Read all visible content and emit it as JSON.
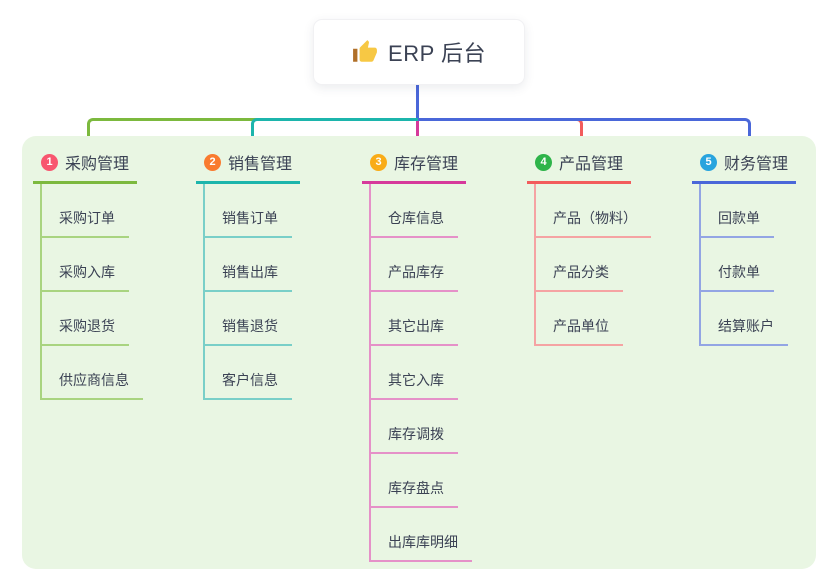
{
  "root": {
    "icon": "thumbs-up-icon",
    "title": "ERP 后台"
  },
  "colors": {
    "root_connector": "#4A67D9",
    "panel_background": "#E9F6E3",
    "text": "#3B4254"
  },
  "branches": [
    {
      "number": "1",
      "label": "采购管理",
      "line_color": "#7CB93E",
      "line_color_light": "#A9D480",
      "badge_color": "#F8566F",
      "children": [
        "采购订单",
        "采购入库",
        "采购退货",
        "供应商信息"
      ]
    },
    {
      "number": "2",
      "label": "销售管理",
      "line_color": "#1CB5AC",
      "line_color_light": "#79CFC8",
      "badge_color": "#F97B2F",
      "children": [
        "销售订单",
        "销售出库",
        "销售退货",
        "客户信息"
      ]
    },
    {
      "number": "3",
      "label": "库存管理",
      "line_color": "#D6399B",
      "line_color_light": "#E591C8",
      "badge_color": "#F9AC18",
      "children": [
        "仓库信息",
        "产品库存",
        "其它出库",
        "其它入库",
        "库存调拨",
        "库存盘点",
        "出库库明细"
      ]
    },
    {
      "number": "4",
      "label": "产品管理",
      "line_color": "#F25C5C",
      "line_color_light": "#F5A3A3",
      "badge_color": "#2EB44A",
      "children": [
        "产品（物料）",
        "产品分类",
        "产品单位"
      ]
    },
    {
      "number": "5",
      "label": "财务管理",
      "line_color": "#4A67D9",
      "line_color_light": "#93A5E4",
      "badge_color": "#28A4DE",
      "children": [
        "回款单",
        "付款单",
        "结算账户"
      ]
    }
  ]
}
